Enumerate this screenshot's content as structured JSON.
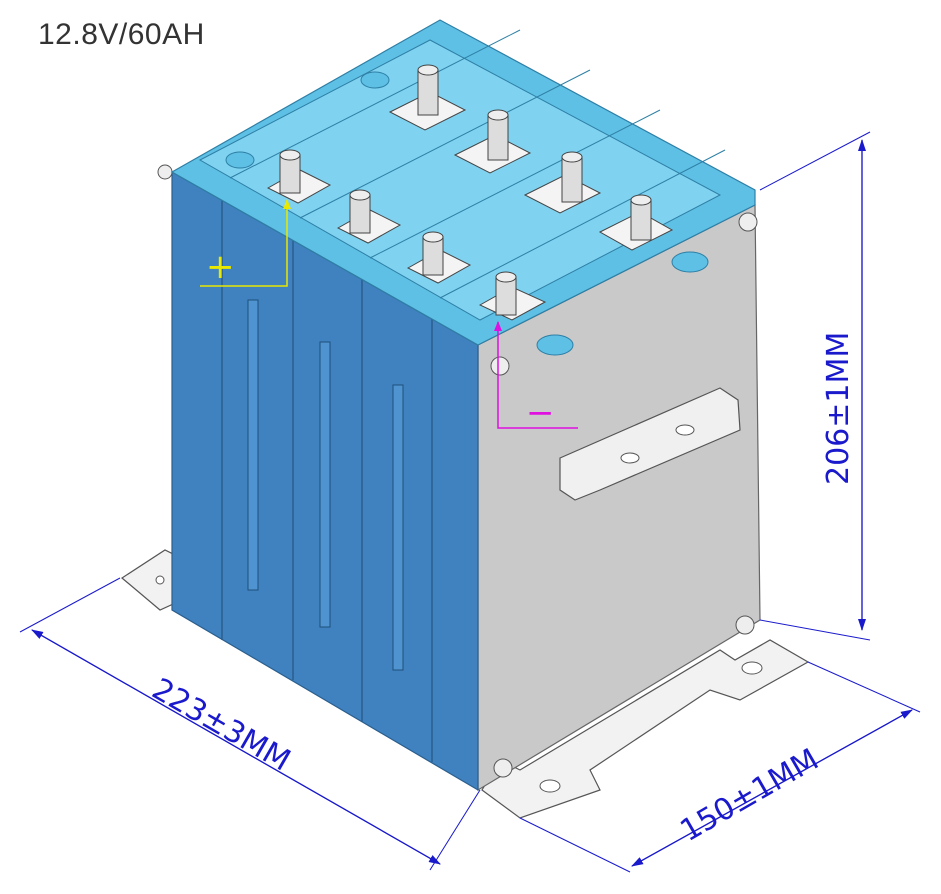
{
  "title": "12.8V/60AH",
  "dimensions": {
    "length": "223±3MM",
    "width": "150±1MM",
    "height": "206±1MM"
  },
  "polarity": {
    "positive": "+",
    "negative": "−"
  },
  "colors": {
    "cell_front": "#3f82bf",
    "cell_top": "#5fc0e6",
    "side_plate": "#c9c9c9",
    "dimension_line": "#1a1acc",
    "positive_marker": "#e8e800",
    "negative_marker": "#e010e0"
  }
}
